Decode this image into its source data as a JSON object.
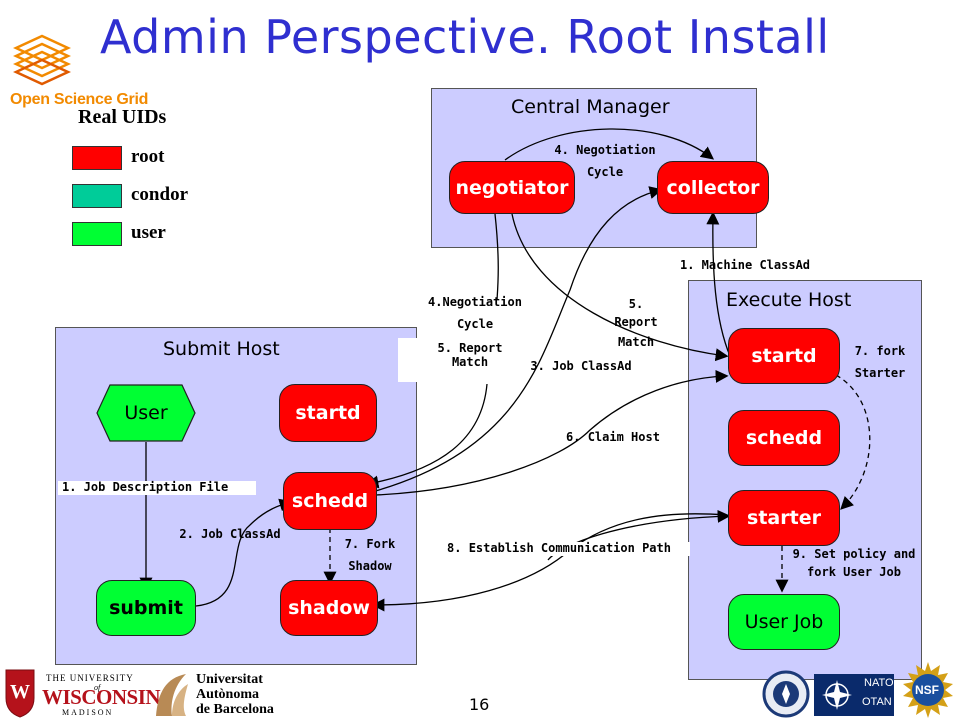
{
  "title": "Admin Perspective. Root Install",
  "osg_logo": "Open Science Grid",
  "legend": {
    "title": "Real UIDs",
    "items": [
      {
        "label": "root",
        "color": "#ff0000"
      },
      {
        "label": "condor",
        "color": "#00cc99"
      },
      {
        "label": "user",
        "color": "#00ff33"
      }
    ]
  },
  "hosts": {
    "central": "Central Manager",
    "execute": "Execute Host",
    "submit": "Submit Host"
  },
  "nodes": {
    "negotiator": "negotiator",
    "collector": "collector",
    "startd_exec": "startd",
    "schedd_exec": "schedd",
    "starter": "starter",
    "user_job": "User Job",
    "user": "User",
    "startd_submit": "startd",
    "schedd_submit": "schedd",
    "submit": "submit",
    "shadow": "shadow"
  },
  "labels": {
    "neg_cycle_1": "4. Negotiation",
    "neg_cycle_2": "Cycle",
    "machine_classad": "1. Machine ClassAd",
    "neg_cycle_left_1": "4.Negotiation",
    "neg_cycle_left_2": "Cycle",
    "report_match_left_1": "5. Report",
    "report_match_left_2": "Match",
    "report_match_right_1": "5.",
    "report_match_right_2": "Report",
    "report_match_right_3": "Match",
    "job_classad": "3. Job ClassAd",
    "fork_starter_1": "7. fork",
    "fork_starter_2": "Starter",
    "claim_host": "6. Claim Host",
    "job_description": "1. Job Description File",
    "job_classad_2": "2. Job ClassAd",
    "fork_shadow_1": "7. Fork",
    "fork_shadow_2": "Shadow",
    "establish_comm": "8. Establish Communication Path",
    "set_policy_1": "9. Set policy and",
    "set_policy_2": "fork User Job"
  },
  "footer": {
    "page_number": "16",
    "uw_line1": "THE UNIVERSITY",
    "uw_line2": "of",
    "uw_line3": "WISCONSIN",
    "uw_line4": "MADISON",
    "uab_line1": "Universitat",
    "uab_line2": "Autònoma",
    "uab_line3": "de Barcelona",
    "nato_line1": "NATO",
    "nato_line2": "OTAN",
    "nsf": "NSF"
  }
}
